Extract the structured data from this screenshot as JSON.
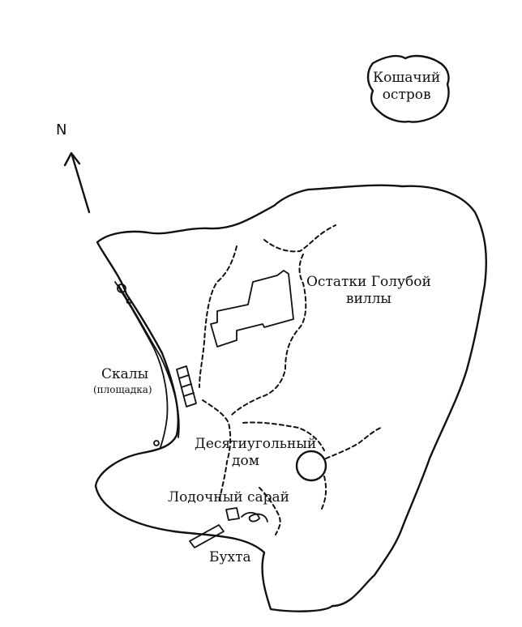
{
  "compass": {
    "north_label": "N"
  },
  "labels": {
    "cat_island": [
      "Кошачий",
      "остров"
    ],
    "blue_villa": [
      "Остатки Голубой",
      "виллы"
    ],
    "cliffs": "Скалы",
    "cliffs_note": "(площадка)",
    "decagon_house": [
      "Десятиугольный",
      "дом"
    ],
    "boathouse": "Лодочный сарай",
    "bay": "Бухта"
  }
}
